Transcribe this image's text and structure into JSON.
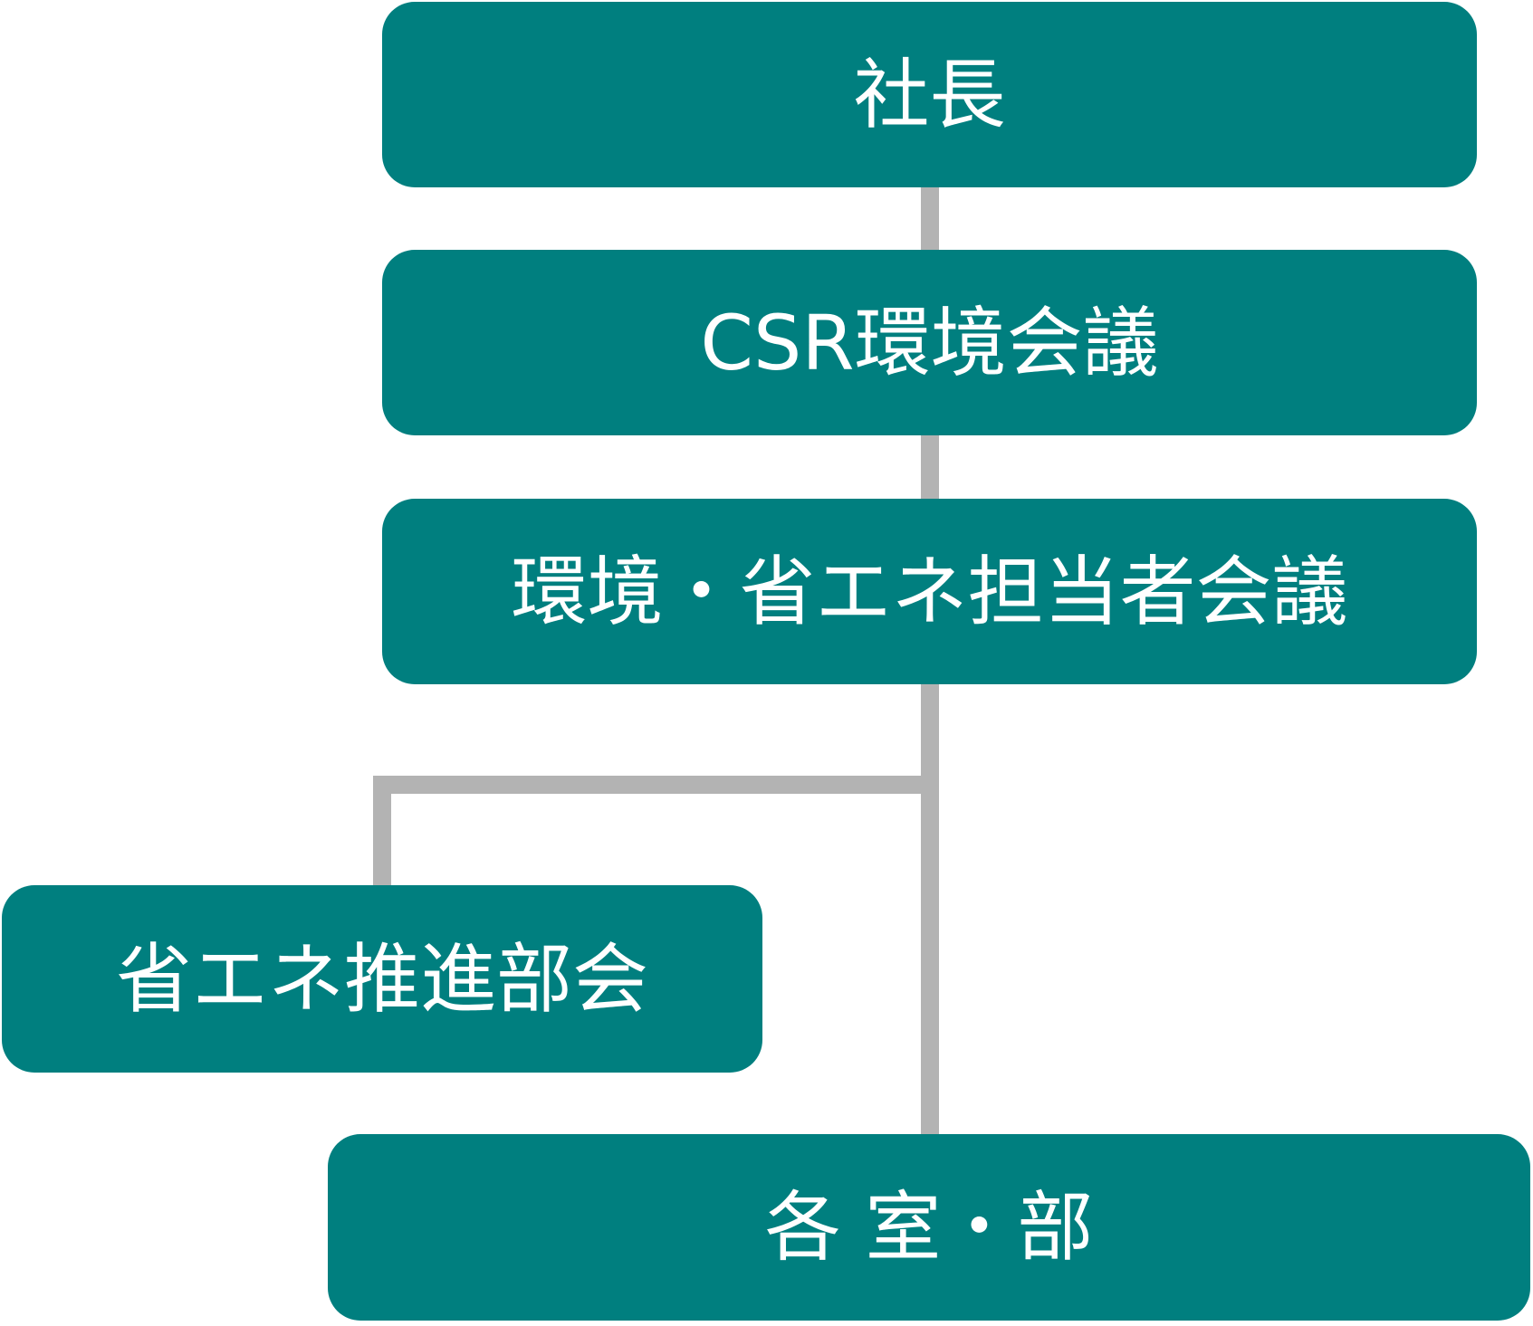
{
  "diagram": {
    "colors": {
      "node_fill": "#007f7f",
      "node_text": "#ffffff",
      "connector": "#b3b3b3",
      "background": "#ffffff"
    },
    "nodes": [
      {
        "id": "president",
        "label": "社長"
      },
      {
        "id": "csr-environment-meeting",
        "label": "CSR環境会議"
      },
      {
        "id": "environment-energy-staff-meeting",
        "label": "環境・省エネ担当者会議"
      },
      {
        "id": "energy-saving-promotion-committee",
        "label": "省エネ推進部会"
      },
      {
        "id": "each-office-department",
        "label": "各 室・部"
      }
    ],
    "edges": [
      {
        "from": "president",
        "to": "csr-environment-meeting"
      },
      {
        "from": "csr-environment-meeting",
        "to": "environment-energy-staff-meeting"
      },
      {
        "from": "environment-energy-staff-meeting",
        "to": "energy-saving-promotion-committee"
      },
      {
        "from": "environment-energy-staff-meeting",
        "to": "each-office-department"
      }
    ]
  }
}
